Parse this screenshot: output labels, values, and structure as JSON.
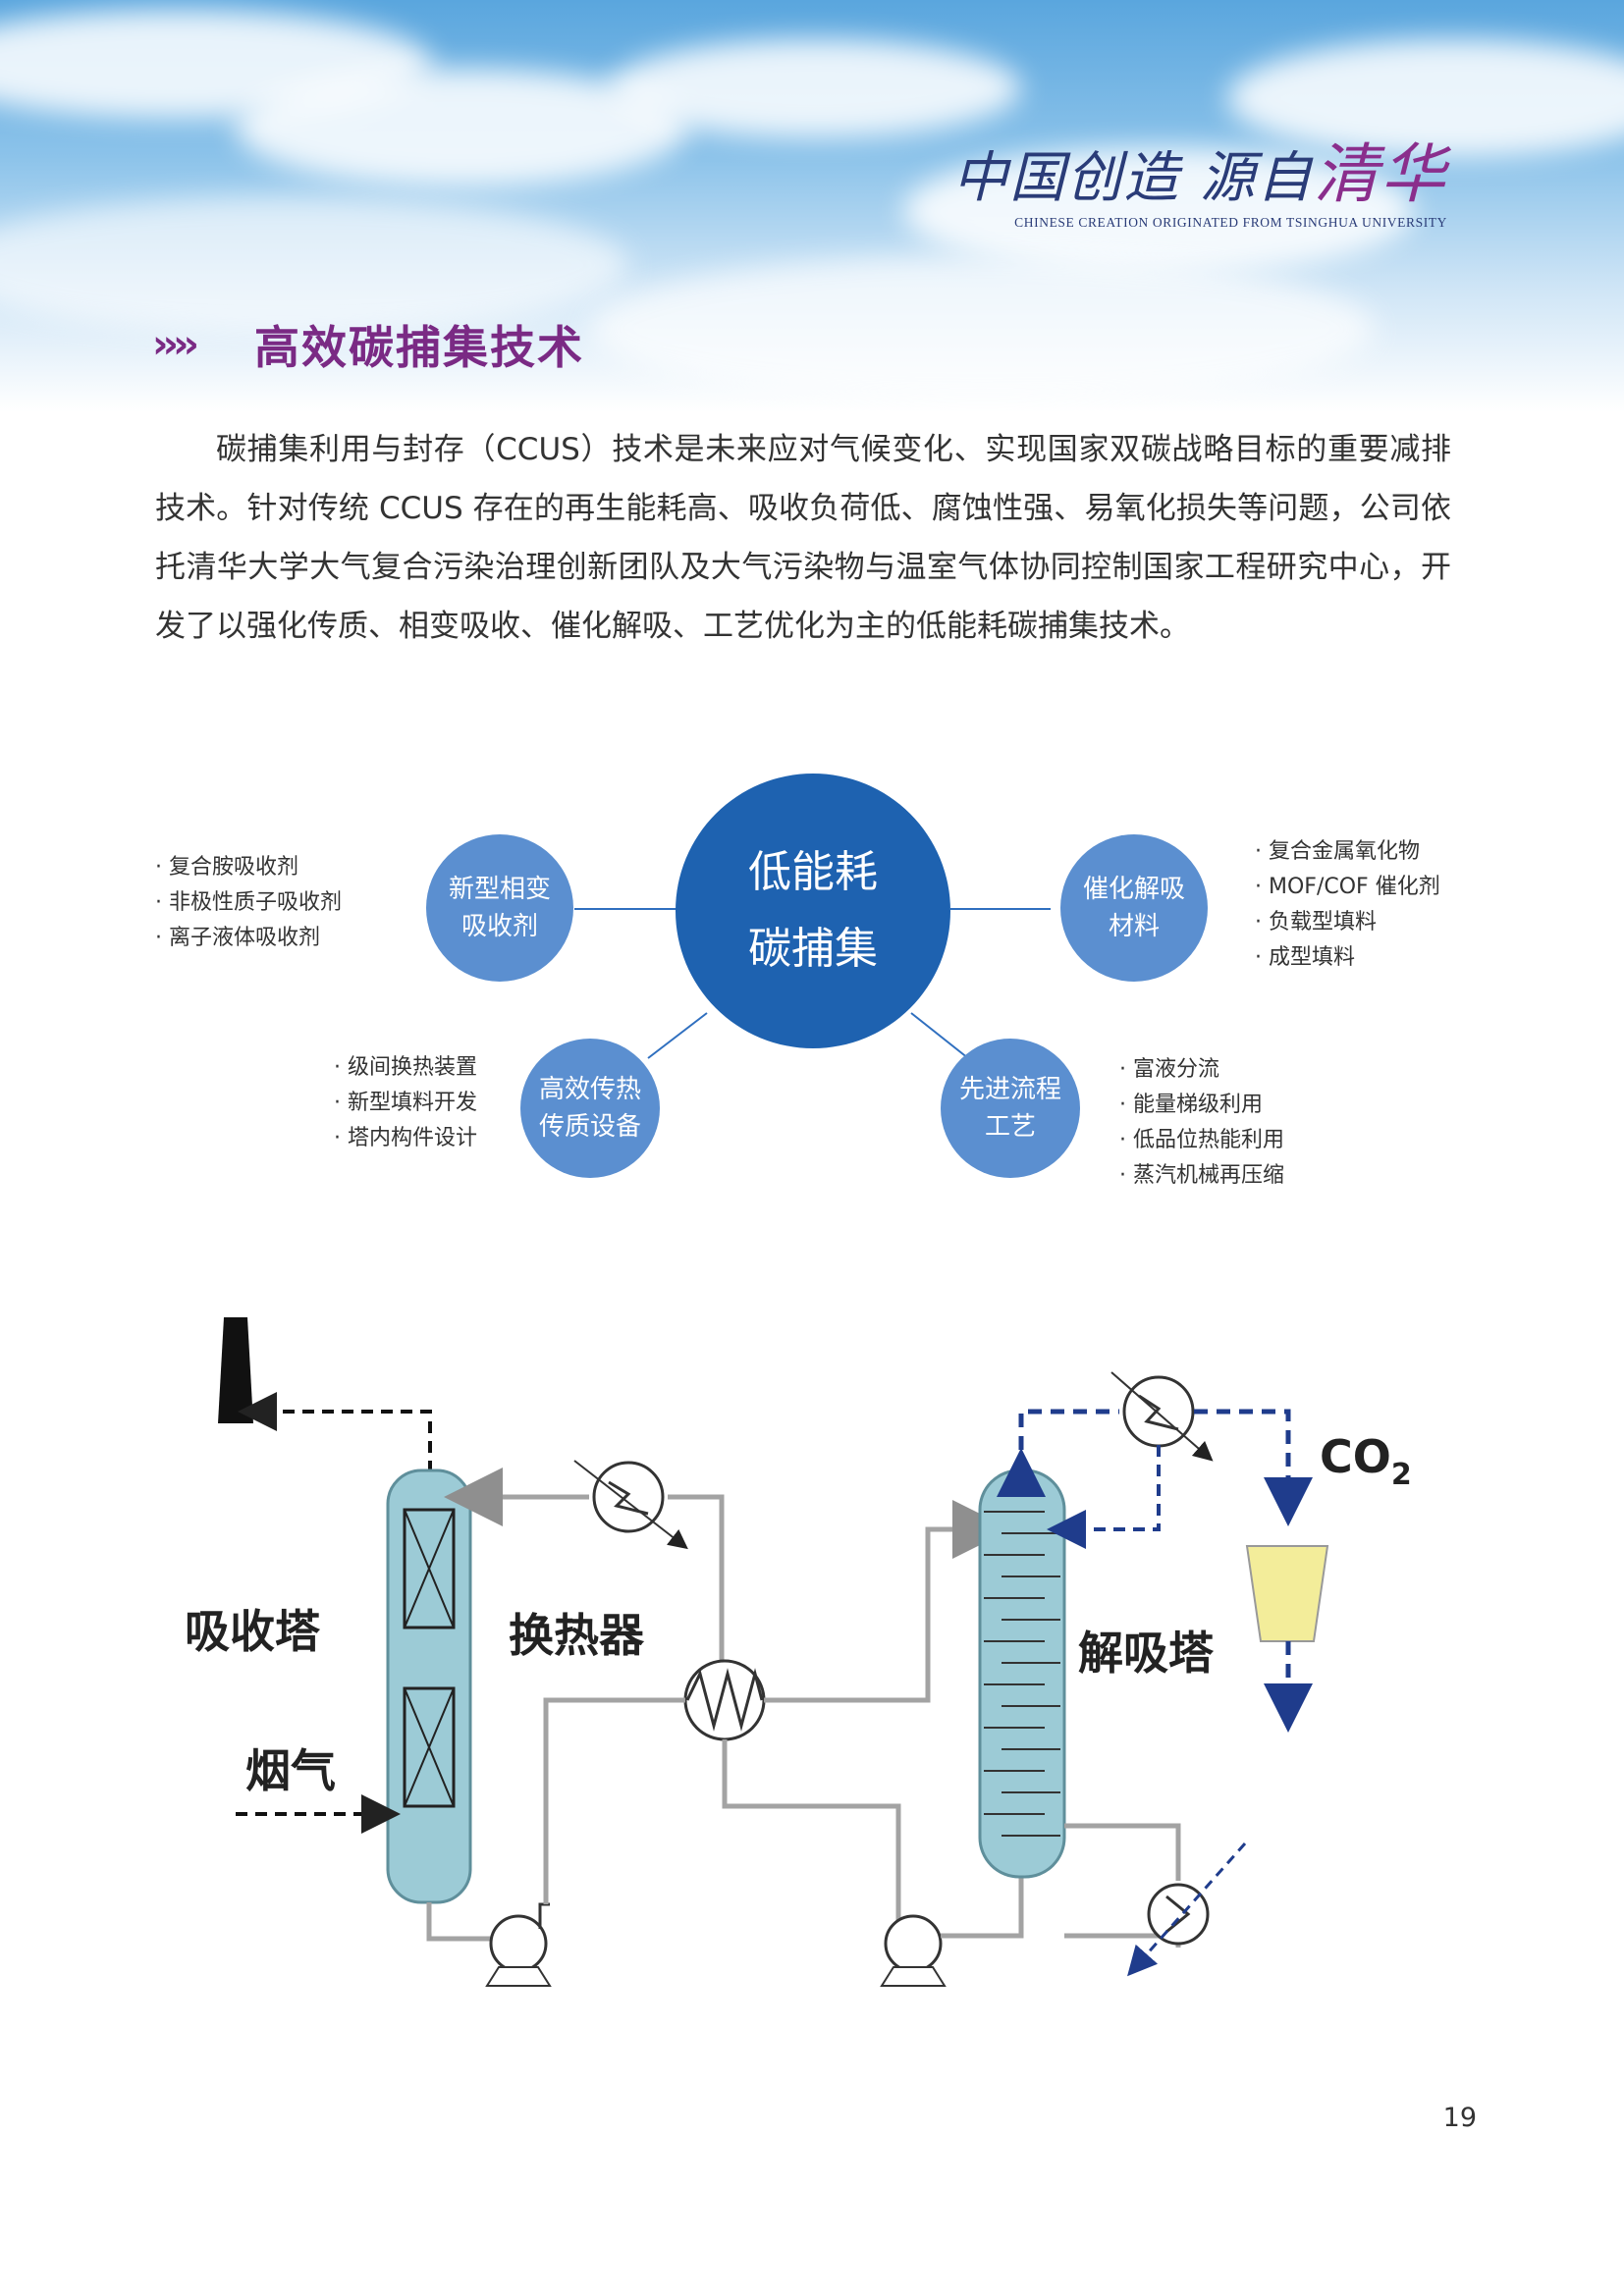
{
  "header": {
    "slogan_part1": "中国创造 源自",
    "slogan_highlight": "清华",
    "slogan_en": "CHINESE CREATION ORIGINATED FROM TSINGHUA UNIVERSITY"
  },
  "section": {
    "chevrons": "››››",
    "title": "高效碳捕集技术"
  },
  "intro": "碳捕集利用与封存（CCUS）技术是未来应对气候变化、实现国家双碳战略目标的重要减排技术。针对传统 CCUS 存在的再生能耗高、吸收负荷低、腐蚀性强、易氧化损失等问题，公司依托清华大学大气复合污染治理创新团队及大气污染物与温室气体协同控制国家工程研究中心，开发了以强化传质、相变吸收、催化解吸、工艺优化为主的低能耗碳捕集技术。",
  "concept": {
    "center": {
      "line1": "低能耗",
      "line2": "碳捕集"
    },
    "nodes": {
      "absorbent": {
        "line1": "新型相变",
        "line2": "吸收剂",
        "items": [
          "复合胺吸收剂",
          "非极性质子吸收剂",
          "离子液体吸收剂"
        ]
      },
      "catalyst": {
        "line1": "催化解吸",
        "line2": "材料",
        "items": [
          "复合金属氧化物",
          "MOF/COF 催化剂",
          "负载型填料",
          "成型填料"
        ]
      },
      "equipment": {
        "line1": "高效传热",
        "line2": "传质设备",
        "items": [
          "级间换热装置",
          "新型填料开发",
          "塔内构件设计"
        ]
      },
      "process": {
        "line1": "先进流程",
        "line2": "工艺",
        "items": [
          "富液分流",
          "能量梯级利用",
          "低品位热能利用",
          "蒸汽机械再压缩"
        ]
      }
    },
    "colors": {
      "center": "#1e62b0",
      "node": "#5b8fd0",
      "line": "#2f6fbf"
    }
  },
  "process_diagram": {
    "labels": {
      "absorber": "吸收塔",
      "flue_gas": "烟气",
      "heat_exchanger": "换热器",
      "desorber": "解吸塔",
      "co2_main": "CO",
      "co2_sub": "2"
    },
    "colors": {
      "column": "#9ccbd6",
      "line": "#a3a3a3",
      "dashed": "#1f3c8c",
      "separator": "#f3ed9a"
    }
  },
  "page_number": "19"
}
